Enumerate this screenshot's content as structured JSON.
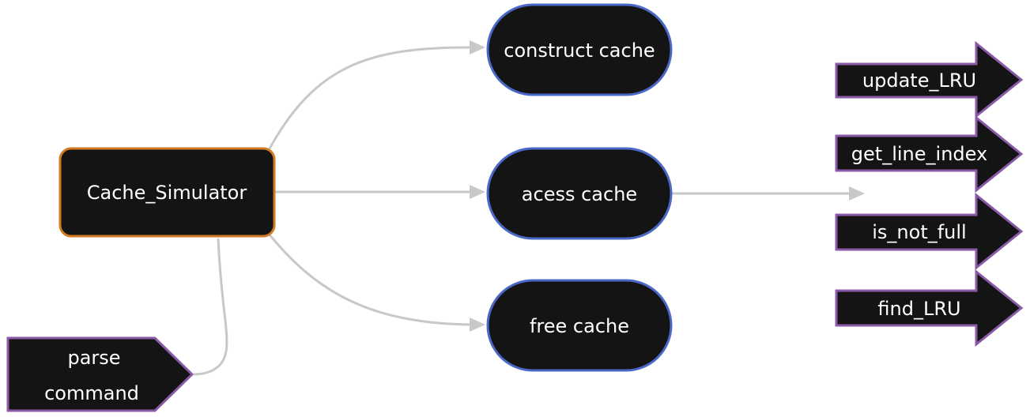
{
  "diagram": {
    "nodes": {
      "cache_simulator": "Cache_Simulator",
      "construct_cache": "construct cache",
      "access_cache": "acess cache",
      "free_cache": "free cache",
      "parse_command_line1": "parse",
      "parse_command_line2": "command",
      "update_lru": "update_LRU",
      "get_line_index": "get_line_index",
      "is_not_full": "is_not_full",
      "find_lru": "find_LRU"
    },
    "colors": {
      "node_fill": "#141414",
      "root_border": "#d17a22",
      "rounded_border": "#4a68c8",
      "flag_border": "#8a5aa8",
      "edge": "#c8c8c8",
      "text": "#ffffff"
    }
  }
}
